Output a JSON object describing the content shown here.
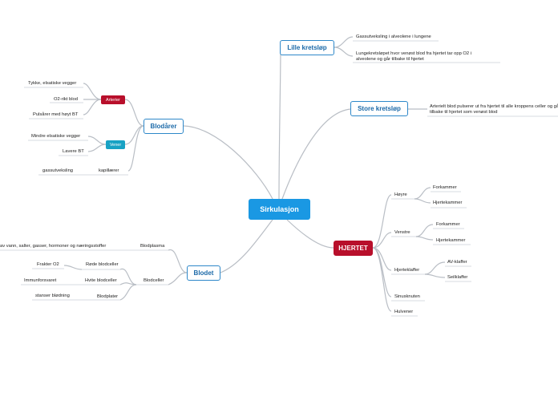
{
  "central": "Sirkulasjon",
  "lille_kretslop": {
    "title": "Lille kretsløp",
    "items": [
      "Gassutveksling i alveolene i lungene",
      "Lungekretsløpet hvor venøst blod fra hjertet tar opp O2 i alveolene og går tilbake til hjertet"
    ]
  },
  "store_kretslop": {
    "title": "Store kretsløp",
    "items": [
      "Arterielt blod pulserer ut fra hjertet til alle kroppens celler og går tilbake til hjertet som venøst blod"
    ]
  },
  "hjertet": {
    "title": "HJERTET",
    "hoyre": {
      "label": "Høyre",
      "items": [
        "Forkammer",
        "Hjertekammer"
      ]
    },
    "venstre": {
      "label": "Venstre",
      "items": [
        "Forkammer",
        "Hjertekammer"
      ]
    },
    "hjerteklaffer": {
      "label": "Hjerteklaffer",
      "items": [
        "AV-klaffer",
        "Seilklaffer"
      ]
    },
    "sinusknuten": "Sinusknuten",
    "hulvener": "Hulvener"
  },
  "blodarer": {
    "title": "Blodårer",
    "arterier": {
      "label": "Arterier",
      "items": [
        "Tykke, elsatiske vegger",
        "O2-rikt blod",
        "Pulsårer med høyt BT"
      ]
    },
    "vener": {
      "label": "Vener",
      "items": [
        "Mindre elsatiske vegger",
        "Lavere BT"
      ]
    },
    "kapillaerer": {
      "label": "kapillærer",
      "items": [
        "gassutveksling"
      ]
    }
  },
  "blodet": {
    "title": "Blodet",
    "blodplasma": {
      "label": "Blodplasma",
      "items": [
        "av vann, salter, gasser, hormoner og næringsstoffer"
      ]
    },
    "blodceller": {
      "label": "Blodceller",
      "rode": {
        "label": "Røde blodceller",
        "items": [
          "Frakter O2"
        ]
      },
      "hvite": {
        "label": "Hvite blodceller",
        "items": [
          "Immunforsvaret"
        ]
      },
      "plater": {
        "label": "Blodplater",
        "items": [
          "stanser blødning"
        ]
      }
    }
  },
  "colors": {
    "central": "#1a98e3",
    "main_border": "#2e88c9",
    "red": "#b80f2b",
    "teal": "#18a2c4",
    "connector": "#b9bec5"
  }
}
